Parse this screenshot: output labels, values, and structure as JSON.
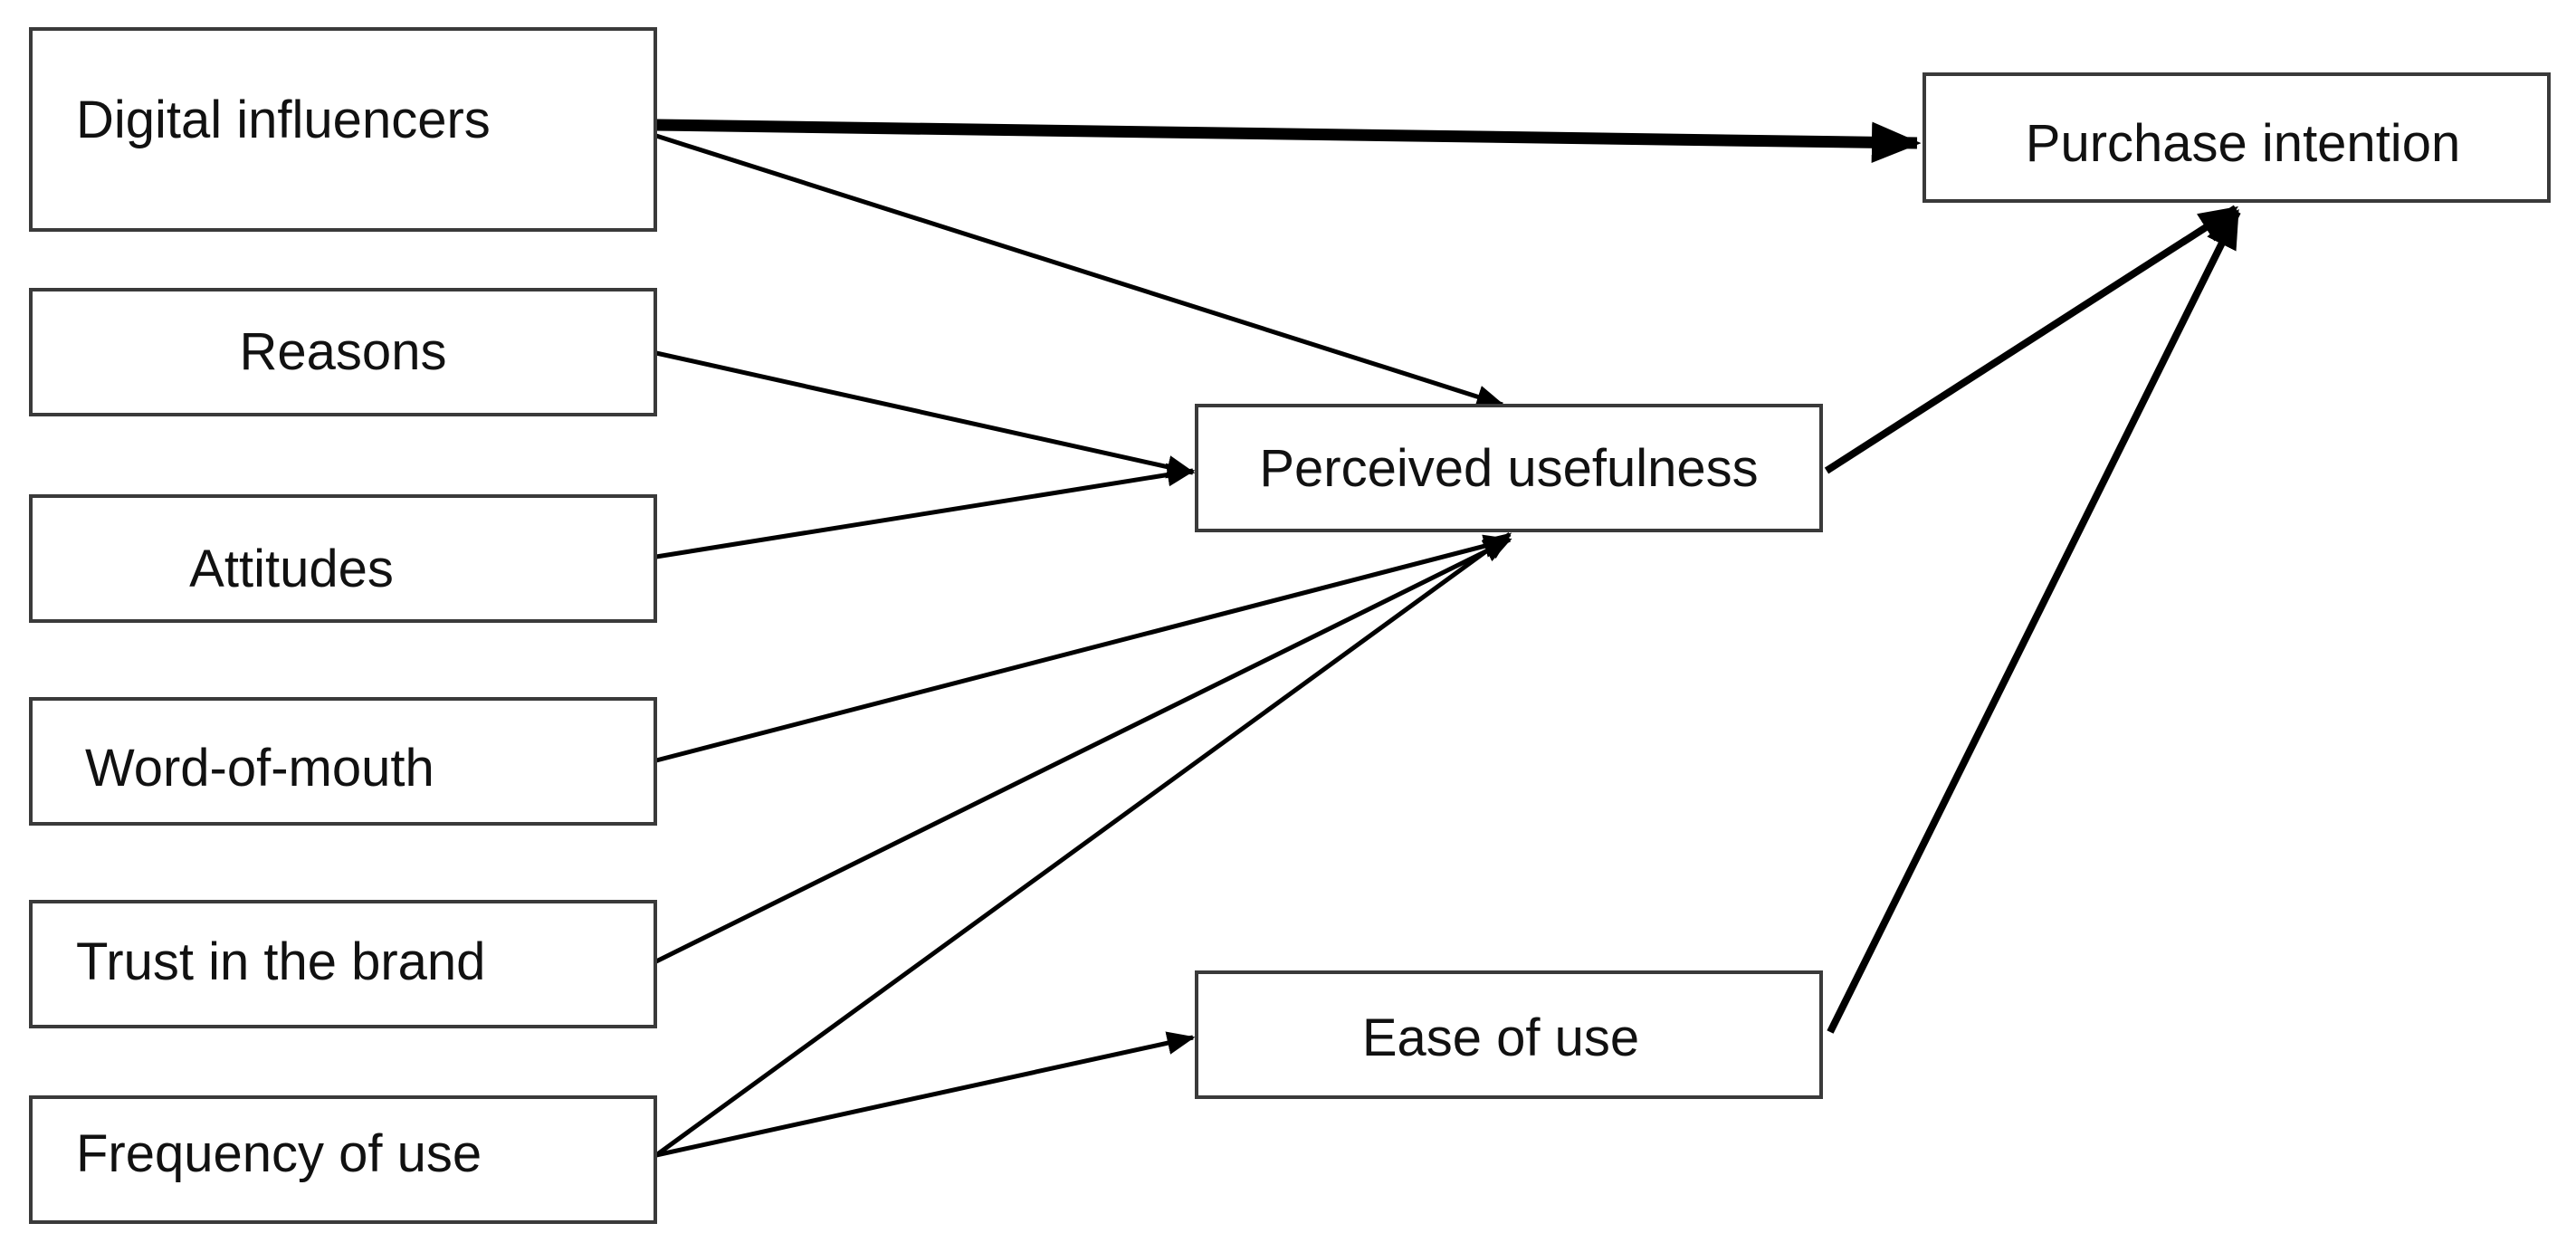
{
  "diagram": {
    "nodes": {
      "digital_influencers": "Digital influencers",
      "reasons": "Reasons",
      "attitudes": "Attitudes",
      "word_of_mouth": "Word-of-mouth",
      "trust_in_brand": "Trust in the brand",
      "frequency_of_use": "Frequency of use",
      "perceived_usefulness": "Perceived usefulness",
      "ease_of_use": "Ease of use",
      "purchase_intention": "Purchase intention"
    },
    "edges": [
      {
        "from": "digital_influencers",
        "to": "purchase_intention"
      },
      {
        "from": "digital_influencers",
        "to": "perceived_usefulness"
      },
      {
        "from": "reasons",
        "to": "perceived_usefulness"
      },
      {
        "from": "attitudes",
        "to": "perceived_usefulness"
      },
      {
        "from": "word_of_mouth",
        "to": "perceived_usefulness"
      },
      {
        "from": "trust_in_brand",
        "to": "perceived_usefulness"
      },
      {
        "from": "frequency_of_use",
        "to": "perceived_usefulness"
      },
      {
        "from": "frequency_of_use",
        "to": "ease_of_use"
      },
      {
        "from": "perceived_usefulness",
        "to": "purchase_intention"
      },
      {
        "from": "ease_of_use",
        "to": "purchase_intention"
      }
    ],
    "colors": {
      "line": "#000000",
      "box_border": "#3a3a3a",
      "text": "#111111",
      "background": "#ffffff"
    }
  }
}
